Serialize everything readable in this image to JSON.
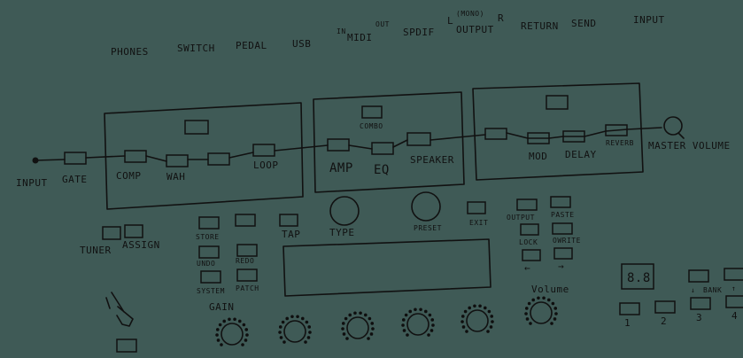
{
  "top_ports": {
    "phones": "PHONES",
    "switch": "SWITCH",
    "pedal": "PEDAL",
    "usb": "USB",
    "midi_in": "IN",
    "midi": "MIDI",
    "midi_out": "OUT",
    "spdif": "SPDIF",
    "output_l": "L",
    "output_mono": "(MONO)",
    "output": "OUTPUT",
    "output_r": "R",
    "return": "RETURN",
    "send": "SEND",
    "input": "INPUT"
  },
  "chain": {
    "input": "INPUT",
    "gate": "GATE",
    "comp": "COMP",
    "wah": "WAH",
    "loop": "LOOP",
    "combo": "COMBO",
    "amp": "AMP",
    "eq": "EQ",
    "speaker": "SPEAKER",
    "mod": "MOD",
    "delay": "DELAY",
    "reverb": "REVERB",
    "master_volume": "MASTER VOLUME"
  },
  "controls": {
    "tuner": "TUNER",
    "assign": "ASSIGN",
    "store": "STORE",
    "undo": "UNDO",
    "redo": "REDO",
    "system": "SYSTEM",
    "patch": "PATCH",
    "tap": "TAP",
    "type": "TYPE",
    "preset": "PRESET",
    "exit": "EXIT",
    "output_btn": "OUTPUT",
    "paste": "PASTE",
    "lock": "LOCK",
    "owrite": "OWRITE",
    "arrow_left": "←",
    "arrow_right": "→",
    "gain": "GAIN",
    "volume": "Volume",
    "bank_display": "8.8",
    "bank_down": "↓",
    "bank": "BANK",
    "bank_up": "↑",
    "n1": "1",
    "n2": "2",
    "n3": "3",
    "n4": "4"
  }
}
